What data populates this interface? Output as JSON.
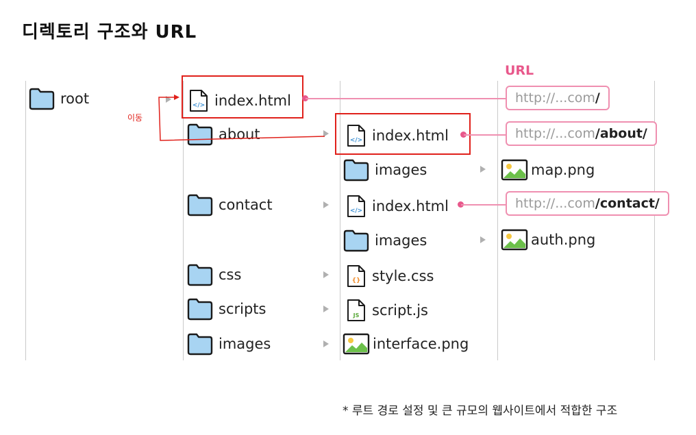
{
  "title": "디렉토리 구조와 URL",
  "url_header": "URL",
  "move_label": "이동",
  "columns": {
    "col1": [
      {
        "name": "root",
        "icon": "folder-icon"
      }
    ],
    "col2": [
      {
        "name": "index.html",
        "icon": "html-file-icon"
      },
      {
        "name": "about",
        "icon": "folder-icon"
      },
      {
        "name": "contact",
        "icon": "folder-icon"
      },
      {
        "name": "css",
        "icon": "folder-icon"
      },
      {
        "name": "scripts",
        "icon": "folder-icon"
      },
      {
        "name": "images",
        "icon": "folder-icon"
      }
    ],
    "col3": [
      {
        "name": "index.html",
        "icon": "html-file-icon"
      },
      {
        "name": "images",
        "icon": "folder-icon"
      },
      {
        "name": "index.html",
        "icon": "html-file-icon"
      },
      {
        "name": "images",
        "icon": "folder-icon"
      },
      {
        "name": "style.css",
        "icon": "css-file-icon"
      },
      {
        "name": "script.js",
        "icon": "js-file-icon"
      },
      {
        "name": "interface.png",
        "icon": "image-file-icon"
      }
    ],
    "col4": [
      {
        "name": "map.png",
        "icon": "image-file-icon"
      },
      {
        "name": "auth.png",
        "icon": "image-file-icon"
      }
    ]
  },
  "urls": [
    {
      "base": "http://...com",
      "path": "/"
    },
    {
      "base": "http://...com",
      "path": "/about/"
    },
    {
      "base": "http://...com",
      "path": "/contact/"
    }
  ],
  "footnote": "* 루트 경로 설정 및 큰 규모의 웹사이트에서 적합한 구조",
  "colors": {
    "highlight_box": "#e0201a",
    "url_accent": "#e8588b",
    "folder_fill": "#a8d4f2",
    "separator": "#c9c9c9"
  }
}
